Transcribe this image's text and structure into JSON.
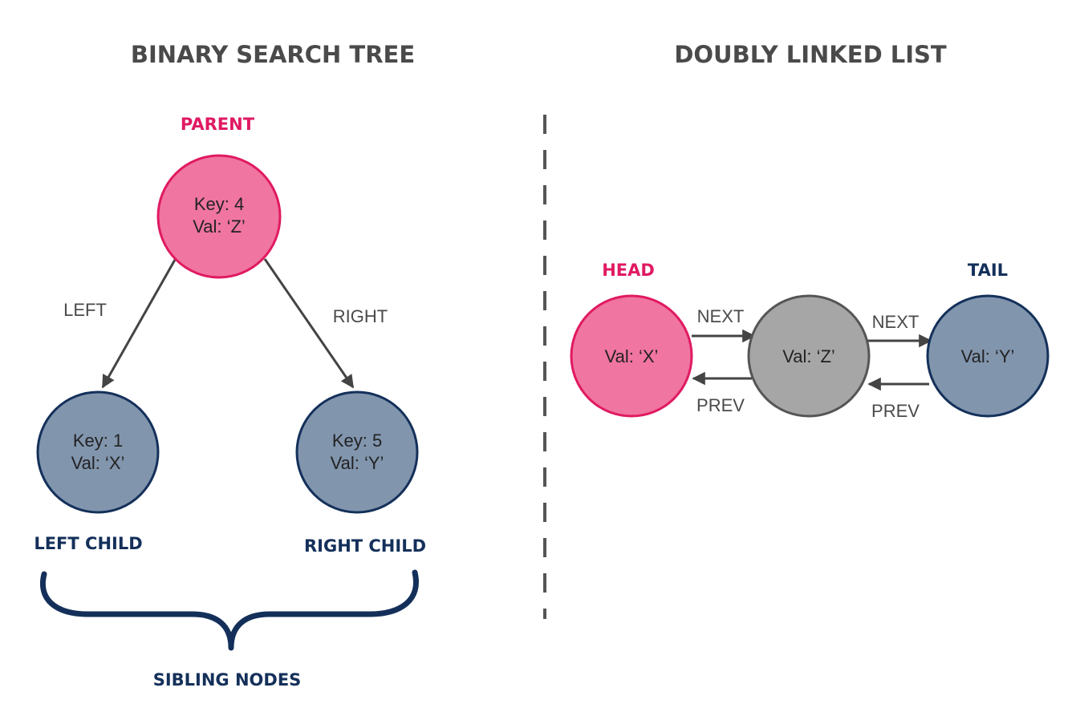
{
  "colors": {
    "pink_fill": "#f075a0",
    "pink_stroke": "#e01a62",
    "blue_fill": "#8195ad",
    "navy": "#14305a",
    "gray_fill": "#a6a6a6",
    "gray_stroke": "#555555",
    "arrow": "#444444",
    "divider": "#555555"
  },
  "bst": {
    "title": "BINARY SEARCH TREE",
    "parent_label": "PARENT",
    "parent": {
      "key": "Key: 4",
      "val": "Val: ‘Z’"
    },
    "left_edge_label": "LEFT",
    "right_edge_label": "RIGHT",
    "left": {
      "key": "Key: 1",
      "val": "Val: ‘X’"
    },
    "right": {
      "key": "Key: 5",
      "val": "Val: ‘Y’"
    },
    "left_child_label": "LEFT CHILD",
    "right_child_label": "RIGHT CHILD",
    "siblings_label": "SIBLING NODES"
  },
  "dll": {
    "title": "DOUBLY LINKED LIST",
    "head_label": "HEAD",
    "tail_label": "TAIL",
    "head": {
      "val": "Val: ‘X’"
    },
    "middle": {
      "val": "Val: ‘Z’"
    },
    "tail": {
      "val": "Val: ‘Y’"
    },
    "next_1": "NEXT",
    "prev_1": "PREV",
    "next_2": "NEXT",
    "prev_2": "PREV"
  }
}
